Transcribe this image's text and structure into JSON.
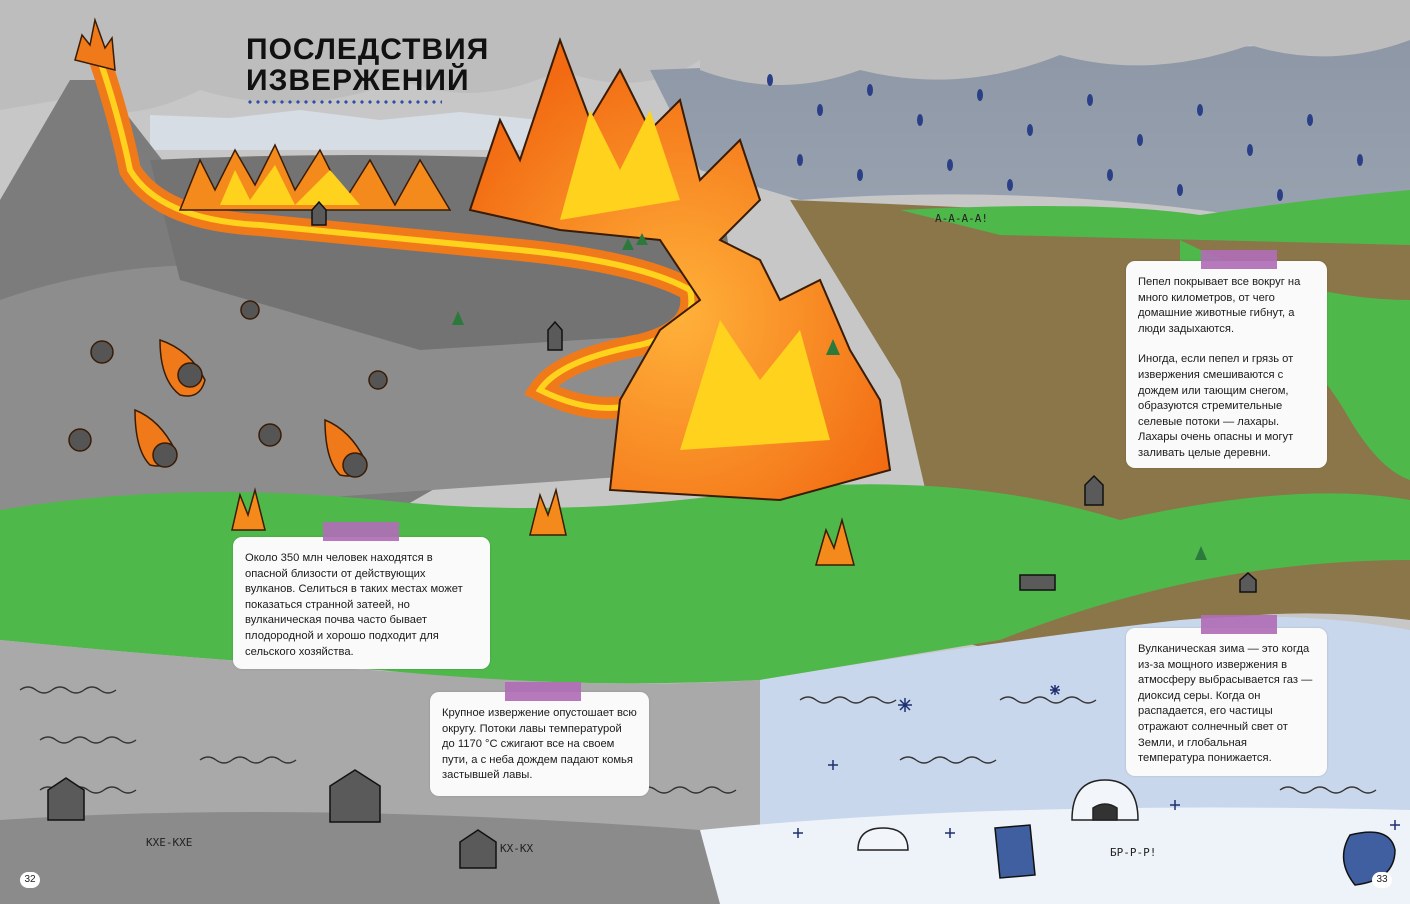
{
  "page_title": {
    "line1": "ПОСЛЕДСТВИЯ",
    "line2": "ИЗВЕРЖЕНИЙ"
  },
  "cards": {
    "population": "Около 350 млн человек находятся в опасной близости от действующих вулканов. Селиться в таких местах может показаться странной затеей, но вулканическая почва часто бывает плодородной и хорошо подходит для сельского хозяйства.",
    "devastation": "Крупное извержение опустошает всю округу. Потоки лавы температурой до 1170 °C сжигают все на своем пути, а с неба дождем падают комья застывшей лавы.",
    "ash": {
      "p1": "Пепел покрывает все вокруг на много километров, от чего домашние животные гибнут, а люди задыхаются.",
      "p2": "Иногда, если пепел и грязь от извержения смешиваются с дождем или тающим снегом, образуются стремительные селевые потоки — лахары. Лахары очень опасны и могут заливать целые деревни."
    },
    "winter": "Вулканическая зима — это когда из-за мощного извержения в атмосферу выбрасывается газ — диоксид серы. Когда он распадается, его частицы отражают солнечный свет от Земли, и глобальная температура понижается."
  },
  "sounds": {
    "scream": "А-А-А-А!",
    "cough1": "КХЕ-КХЕ",
    "cough2": "КХ-КХ",
    "brr": "БР-Р-Р!"
  },
  "page_numbers": {
    "left": "32",
    "right": "33"
  },
  "colors": {
    "lava": "#f07a1a",
    "fire_yellow": "#ffd21e",
    "grass": "#4fb84a",
    "mud": "#8a7649",
    "ash": "#8c8b8b",
    "title_dots": "#2e4fa3",
    "tape": "#b06eb6",
    "ice": "#c9d7ec"
  }
}
